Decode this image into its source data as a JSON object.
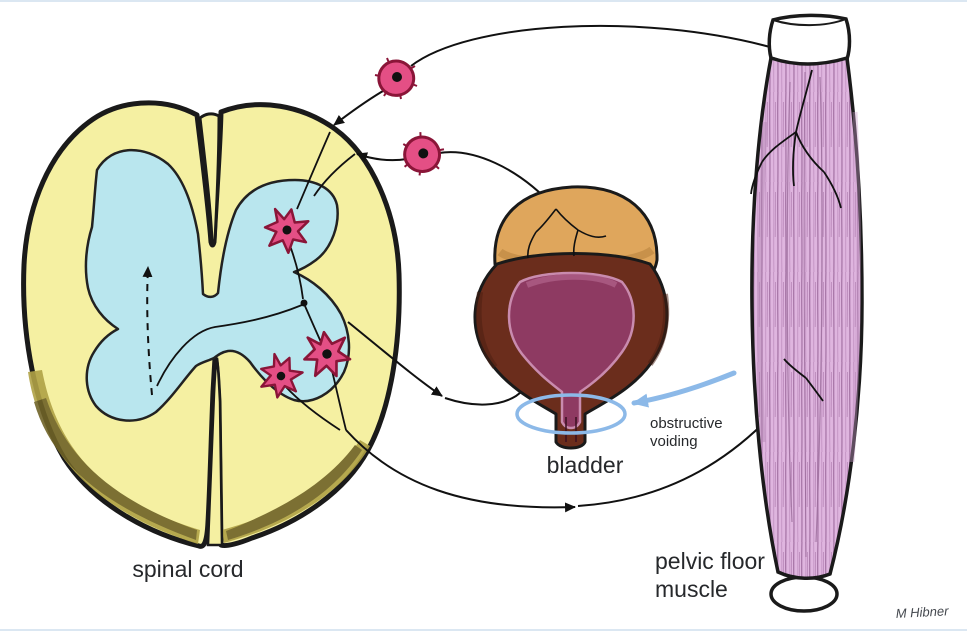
{
  "labels": {
    "spinal_cord": "spinal cord",
    "bladder": "bladder",
    "pelvic_floor_line1": "pelvic floor",
    "pelvic_floor_line2": "muscle",
    "annotation_line1": "obstructive",
    "annotation_line2": "voiding",
    "signature": "M Hibner"
  },
  "colors": {
    "white_matter_yellow": "#f5f0a2",
    "gray_matter_cyan": "#b9e6ee",
    "neuron_pink": "#e44f85",
    "neuron_outline": "#8a1538",
    "bladder_wall_brown": "#6b2d1c",
    "bladder_lumen_purple": "#8e3a62",
    "bladder_dome_tan": "#dfa65c",
    "muscle_pink": "#dfb5df",
    "highlight_blue": "#8cb9e8",
    "ink": "#1a1a1a"
  }
}
